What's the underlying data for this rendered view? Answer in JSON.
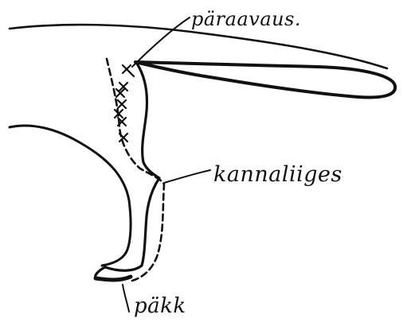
{
  "labels": {
    "top": "päraavaus.",
    "middle": "kannaliiges",
    "bottom": "päkk"
  },
  "colors": {
    "ink": "#111111",
    "background": "#ffffff"
  }
}
